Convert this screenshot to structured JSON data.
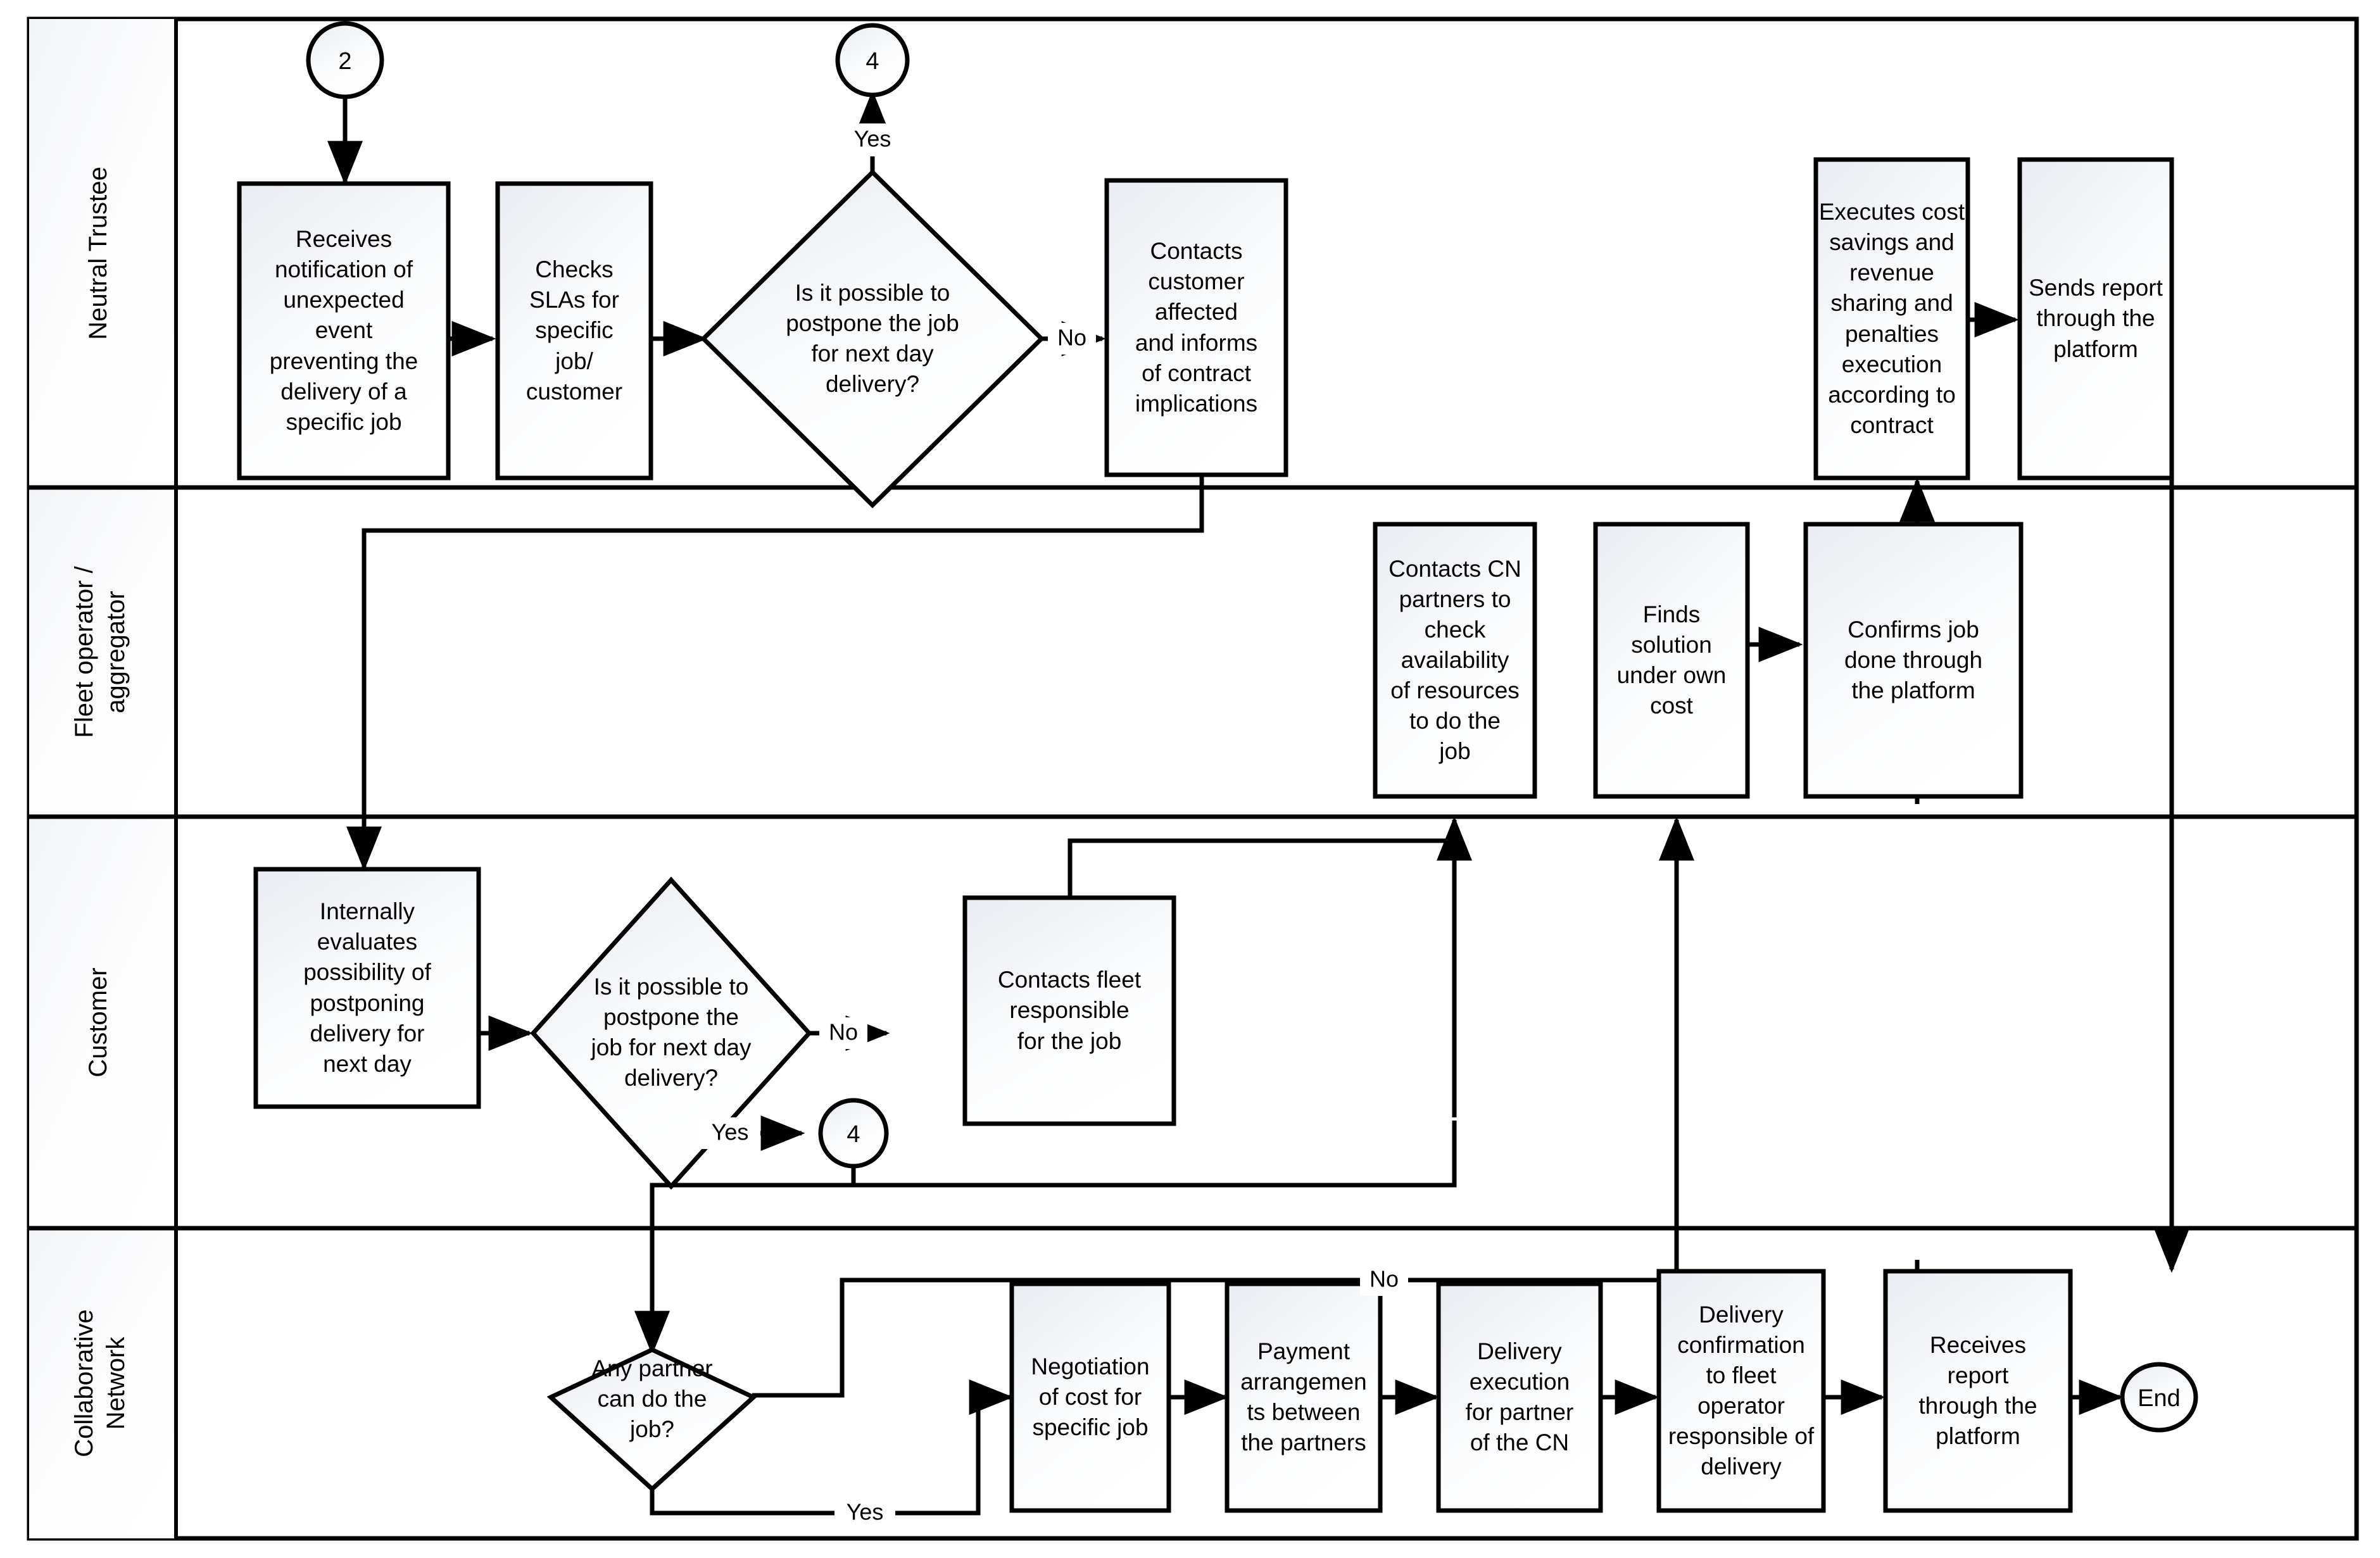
{
  "diagram": {
    "type": "bpmn-swimlane-flowchart",
    "title": "",
    "lanes": [
      {
        "id": "neutral-trustee",
        "label": "Neutral Trustee"
      },
      {
        "id": "fleet-operator",
        "label": "Fleet operator /\naggregator"
      },
      {
        "id": "customer",
        "label": "Customer"
      },
      {
        "id": "collaborative-network",
        "label": "Collaborative\nNetwork"
      }
    ],
    "colors": {
      "stroke": "#000000",
      "node_fill_top": "#eceef2",
      "node_fill_bottom": "#ffffff",
      "lane_header_top": "#f4f6f8",
      "lane_header_bottom": "#ffffff",
      "background": "#ffffff"
    },
    "nodes": [
      {
        "id": "n-start-2",
        "lane": "neutral-trustee",
        "shape": "circle",
        "text": "2"
      },
      {
        "id": "n-recv-notif",
        "lane": "neutral-trustee",
        "shape": "process",
        "text": "Receives\nnotification of\nunexpected\nevent\npreventing the\ndelivery of a\nspecific job"
      },
      {
        "id": "n-check-slas",
        "lane": "neutral-trustee",
        "shape": "process",
        "text": "Checks\nSLAs for\nspecific\njob/\ncustomer"
      },
      {
        "id": "n-dec-postpone-nt",
        "lane": "neutral-trustee",
        "shape": "decision",
        "text": "Is it possible to\npostpone the job\nfor next day\ndelivery?"
      },
      {
        "id": "n-conn-4-top",
        "lane": "neutral-trustee",
        "shape": "circle",
        "text": "4"
      },
      {
        "id": "n-contacts-cust",
        "lane": "neutral-trustee",
        "shape": "process",
        "text": "Contacts\ncustomer\naffected\nand informs\nof contract\nimplications"
      },
      {
        "id": "n-exec-cost",
        "lane": "neutral-trustee",
        "shape": "process",
        "text": "Executes cost\nsavings and\nrevenue\nsharing and\npenalties\nexecution\naccording to\ncontract"
      },
      {
        "id": "n-sends-report",
        "lane": "neutral-trustee",
        "shape": "process",
        "text": "Sends report\nthrough the\nplatform"
      },
      {
        "id": "n-contacts-cn",
        "lane": "fleet-operator",
        "shape": "process",
        "text": "Contacts CN\npartners to\ncheck\navailability\nof resources\nto do the\njob"
      },
      {
        "id": "n-finds-sol",
        "lane": "fleet-operator",
        "shape": "process",
        "text": "Finds\nsolution\nunder own\ncost"
      },
      {
        "id": "n-confirms-job",
        "lane": "fleet-operator",
        "shape": "process",
        "text": "Confirms job\ndone through\nthe platform"
      },
      {
        "id": "n-internally-eval",
        "lane": "customer",
        "shape": "process",
        "text": "Internally\nevaluates\npossibility of\npostponing\ndelivery for\nnext day"
      },
      {
        "id": "n-dec-postpone-cust",
        "lane": "customer",
        "shape": "decision",
        "text": "Is it possible to\npostpone the\njob for next day\ndelivery?"
      },
      {
        "id": "n-contacts-fleet",
        "lane": "customer",
        "shape": "process",
        "text": "Contacts fleet\nresponsible\nfor the job"
      },
      {
        "id": "n-conn-4-cust",
        "lane": "customer",
        "shape": "circle",
        "text": "4"
      },
      {
        "id": "n-dec-any-partner",
        "lane": "collaborative-network",
        "shape": "decision",
        "text": "Any partner\ncan do the\njob?"
      },
      {
        "id": "n-negotiation",
        "lane": "collaborative-network",
        "shape": "process",
        "text": "Negotiation\nof cost for\nspecific job"
      },
      {
        "id": "n-payment",
        "lane": "collaborative-network",
        "shape": "process",
        "text": "Payment\narrangemen\nts between\nthe partners"
      },
      {
        "id": "n-delivery-exec",
        "lane": "collaborative-network",
        "shape": "process",
        "text": "Delivery\nexecution\nfor partner\nof the CN"
      },
      {
        "id": "n-delivery-conf",
        "lane": "collaborative-network",
        "shape": "process",
        "text": "Delivery\nconfirmation\nto fleet\noperator\nresponsible of\ndelivery"
      },
      {
        "id": "n-receives-report",
        "lane": "collaborative-network",
        "shape": "process",
        "text": "Receives\nreport\nthrough the\nplatform"
      },
      {
        "id": "n-end",
        "lane": "collaborative-network",
        "shape": "circle",
        "text": "End"
      }
    ],
    "edge_labels": [
      {
        "id": "lbl-yes-nt",
        "text": "Yes"
      },
      {
        "id": "lbl-no-nt",
        "text": "No"
      },
      {
        "id": "lbl-no-cust",
        "text": "No"
      },
      {
        "id": "lbl-yes-cust",
        "text": "Yes"
      },
      {
        "id": "lbl-no-cn",
        "text": "No"
      },
      {
        "id": "lbl-yes-cn",
        "text": "Yes"
      }
    ]
  }
}
